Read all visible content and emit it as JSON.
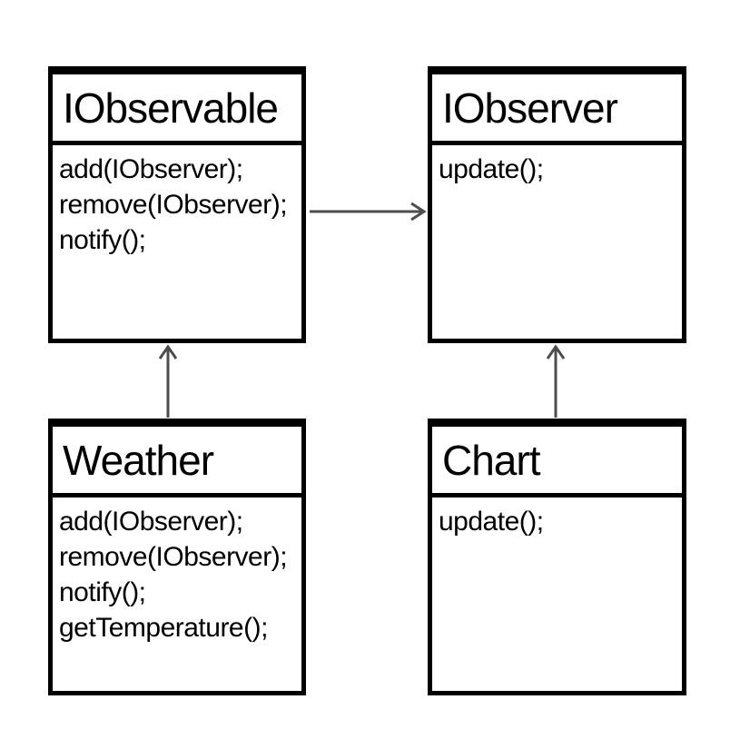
{
  "diagram": {
    "kind": "uml-class-diagram",
    "colors": {
      "background": "#ffffff",
      "box_border": "#000000",
      "text": "#000000",
      "arrow": "#4d4d4d"
    },
    "classes": [
      {
        "name": "IObservable",
        "methods": [
          "add(IObserver);",
          "remove(IObserver);",
          "notify();"
        ]
      },
      {
        "name": "IObserver",
        "methods": [
          "update();"
        ]
      },
      {
        "name": "Weather",
        "methods": [
          "add(IObserver);",
          "remove(IObserver);",
          "notify();",
          "getTemperature();"
        ]
      },
      {
        "name": "Chart",
        "methods": [
          "update();"
        ]
      }
    ],
    "relations": [
      {
        "from": "IObservable",
        "to": "IObserver",
        "style": "open-arrow",
        "direction": "right"
      },
      {
        "from": "Weather",
        "to": "IObservable",
        "style": "open-arrow",
        "direction": "up"
      },
      {
        "from": "Chart",
        "to": "IObserver",
        "style": "open-arrow",
        "direction": "up"
      }
    ]
  }
}
